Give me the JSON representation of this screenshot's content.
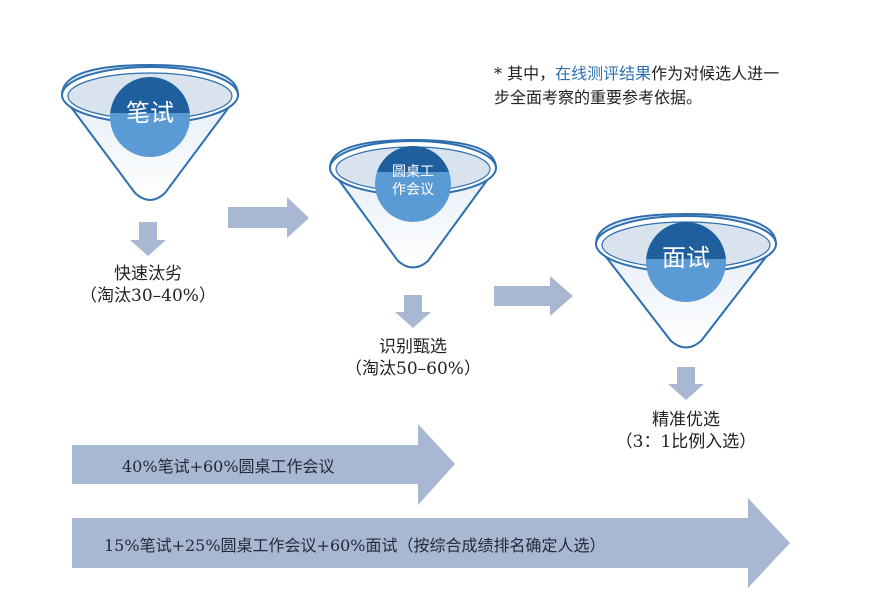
{
  "note": {
    "prefix": "* 其中，",
    "highlight": "在线测评结果",
    "rest": "作为对候选人进一步全面考察的重要参考依据。"
  },
  "stages": [
    {
      "name": "笔试",
      "result_line1": "快速汰劣",
      "result_line2": "（淘汰30–40%）"
    },
    {
      "name": "圆桌工作会议",
      "name_line1": "圆桌工",
      "name_line2": "作会议",
      "result_line1": "识别甄选",
      "result_line2": "（淘汰50–60%）"
    },
    {
      "name": "面试",
      "result_line1": "精准优选",
      "result_line2": "（3：1比例入选）"
    }
  ],
  "weight_bars": [
    {
      "label": "40%笔试+60%圆桌工作会议"
    },
    {
      "label": "15%笔试+25%圆桌工作会议+60%面试（按综合成绩排名确定人选）"
    }
  ],
  "colors": {
    "funnel_outline": "#2e6fb0",
    "funnel_fill": "#e3ecf5",
    "circle_top": "#1f5f9e",
    "circle_bottom": "#5b9bd5",
    "arrow": "#a9b8d2",
    "highlight_text": "#2e6fb0"
  }
}
